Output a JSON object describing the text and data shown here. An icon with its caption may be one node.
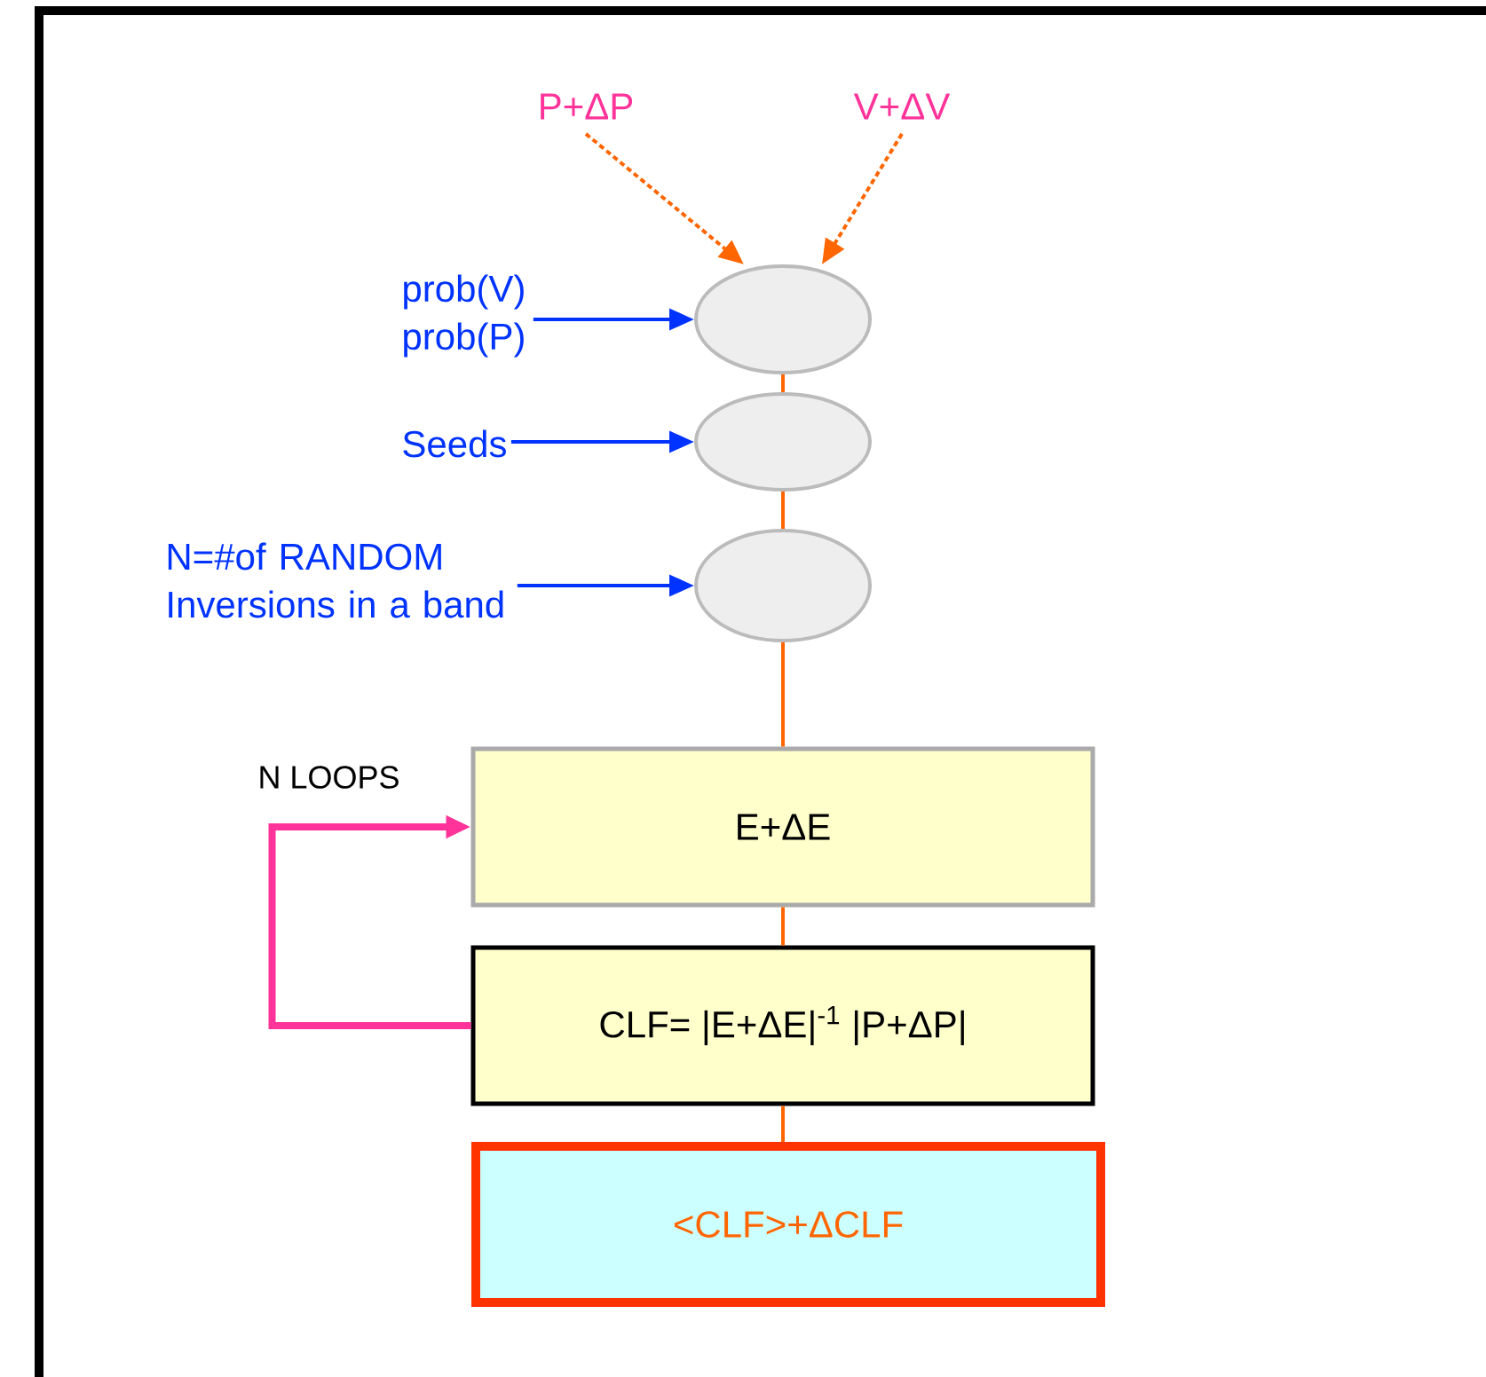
{
  "diagram": {
    "nodes": [
      {
        "text": [
          "P+ΔP"
        ]
      },
      {
        "text": [
          "V+ΔV"
        ]
      },
      {
        "text": [
          "prob(V) prob(P)"
        ]
      },
      {
        "text": [],
        "shape": "ellipse"
      },
      {
        "text": [
          "Seeds"
        ]
      },
      {
        "text": [],
        "shape": "ellipse"
      },
      {
        "text": [
          "N=#of RANDOM Inversions in a band"
        ]
      },
      {
        "text": [],
        "shape": "ellipse"
      },
      {
        "text": [
          "E+ΔE"
        ]
      },
      {
        "text": [
          "CLF= |E+ΔE|$^{-1}$ |P+ΔP|"
        ]
      },
      {
        "text": [
          "<CLF>+ΔCLF"
        ]
      }
    ],
    "edges": [
      {
        "from": 0,
        "to": 3,
        "arrow": "to",
        "style": "dashed"
      },
      {
        "from": 1,
        "to": 3,
        "arrow": "to",
        "style": "dashed"
      },
      {
        "from": 2,
        "to": 3,
        "arrow": "to",
        "color": "#0033ff"
      },
      {
        "from": 4,
        "to": 5,
        "arrow": "to",
        "color": "#0033ff"
      },
      {
        "from": 6,
        "to": 7,
        "arrow": "to",
        "color": "#0033ff"
      },
      {
        "from": 3,
        "to": 5,
        "arrow": "none"
      },
      {
        "from": 5,
        "to": 7,
        "arrow": "none"
      },
      {
        "from": 7,
        "to": 8,
        "arrow": "none"
      },
      {
        "from": 8,
        "to": 9,
        "arrow": "none"
      },
      {
        "from": 9,
        "to": 10,
        "arrow": "none"
      },
      {
        "from": 9,
        "to": 8,
        "arrow": "to",
        "label": "N LOOPS",
        "style": "thick",
        "color": "#ff3399"
      }
    ]
  }
}
